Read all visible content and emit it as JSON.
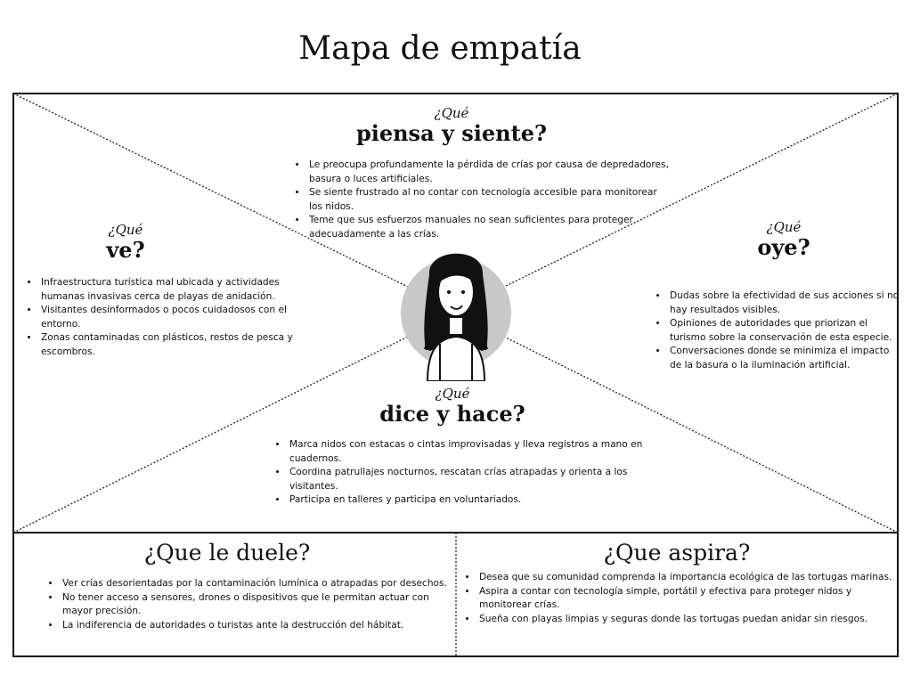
{
  "page": {
    "title": "Mapa de empatía"
  },
  "sections": {
    "piensa": {
      "pre": "¿Qué",
      "label": "piensa y siente?",
      "items": [
        "Le preocupa profundamente la pérdida de crías por causa de depredadores, basura o luces artificiales.",
        "Se siente frustrado al no contar con tecnología accesible para monitorear los nidos.",
        "Teme que sus esfuerzos manuales no sean suficientes para proteger adecuadamente a las crías."
      ]
    },
    "ve": {
      "pre": "¿Qué",
      "label": "ve?",
      "items": [
        "Infraestructura turística mal ubicada y actividades humanas invasivas cerca de playas de anidación.",
        "Visitantes desinformados o pocos cuidadosos con el entorno.",
        "Zonas contaminadas con plásticos, restos de pesca y escombros."
      ]
    },
    "oye": {
      "pre": "¿Qué",
      "label": "oye?",
      "items": [
        "Dudas sobre la efectividad de sus acciones si no hay resultados visibles.",
        "Opiniones de autoridades que priorizan el turismo sobre la conservación de esta especie.",
        "Conversaciones donde se minimiza el impacto de la basura o la iluminación artificial."
      ]
    },
    "dice": {
      "pre": "¿Qué",
      "label": "dice y hace?",
      "items": [
        "Marca nidos con estacas o cintas improvisadas y lleva registros a mano en cuadernos.",
        "Coordina patrullajes nocturnos, rescatan crías atrapadas y orienta a los visitantes.",
        "Participa en talleres y participa en voluntariados."
      ]
    },
    "duele": {
      "label": "¿Que le duele?",
      "items": [
        "Ver crías desorientadas por la contaminación lumínica o atrapadas por desechos.",
        "No tener acceso a sensores, drones o dispositivos que le permitan actuar con mayor precisión.",
        "La indiferencia de autoridades o turistas ante la destrucción del hábitat."
      ]
    },
    "aspira": {
      "label": "¿Que aspira?",
      "items": [
        "Desea que su comunidad comprenda la importancia ecológica de las tortugas marinas.",
        "Aspira a contar con tecnología simple, portátil y efectiva para proteger nidos y monitorear crías.",
        "Sueña con playas limpias y seguras donde las tortugas puedan anidar sin riesgos."
      ]
    }
  },
  "avatar": {
    "icon": "person-avatar-icon",
    "circle_color": "#c8c8c8"
  }
}
